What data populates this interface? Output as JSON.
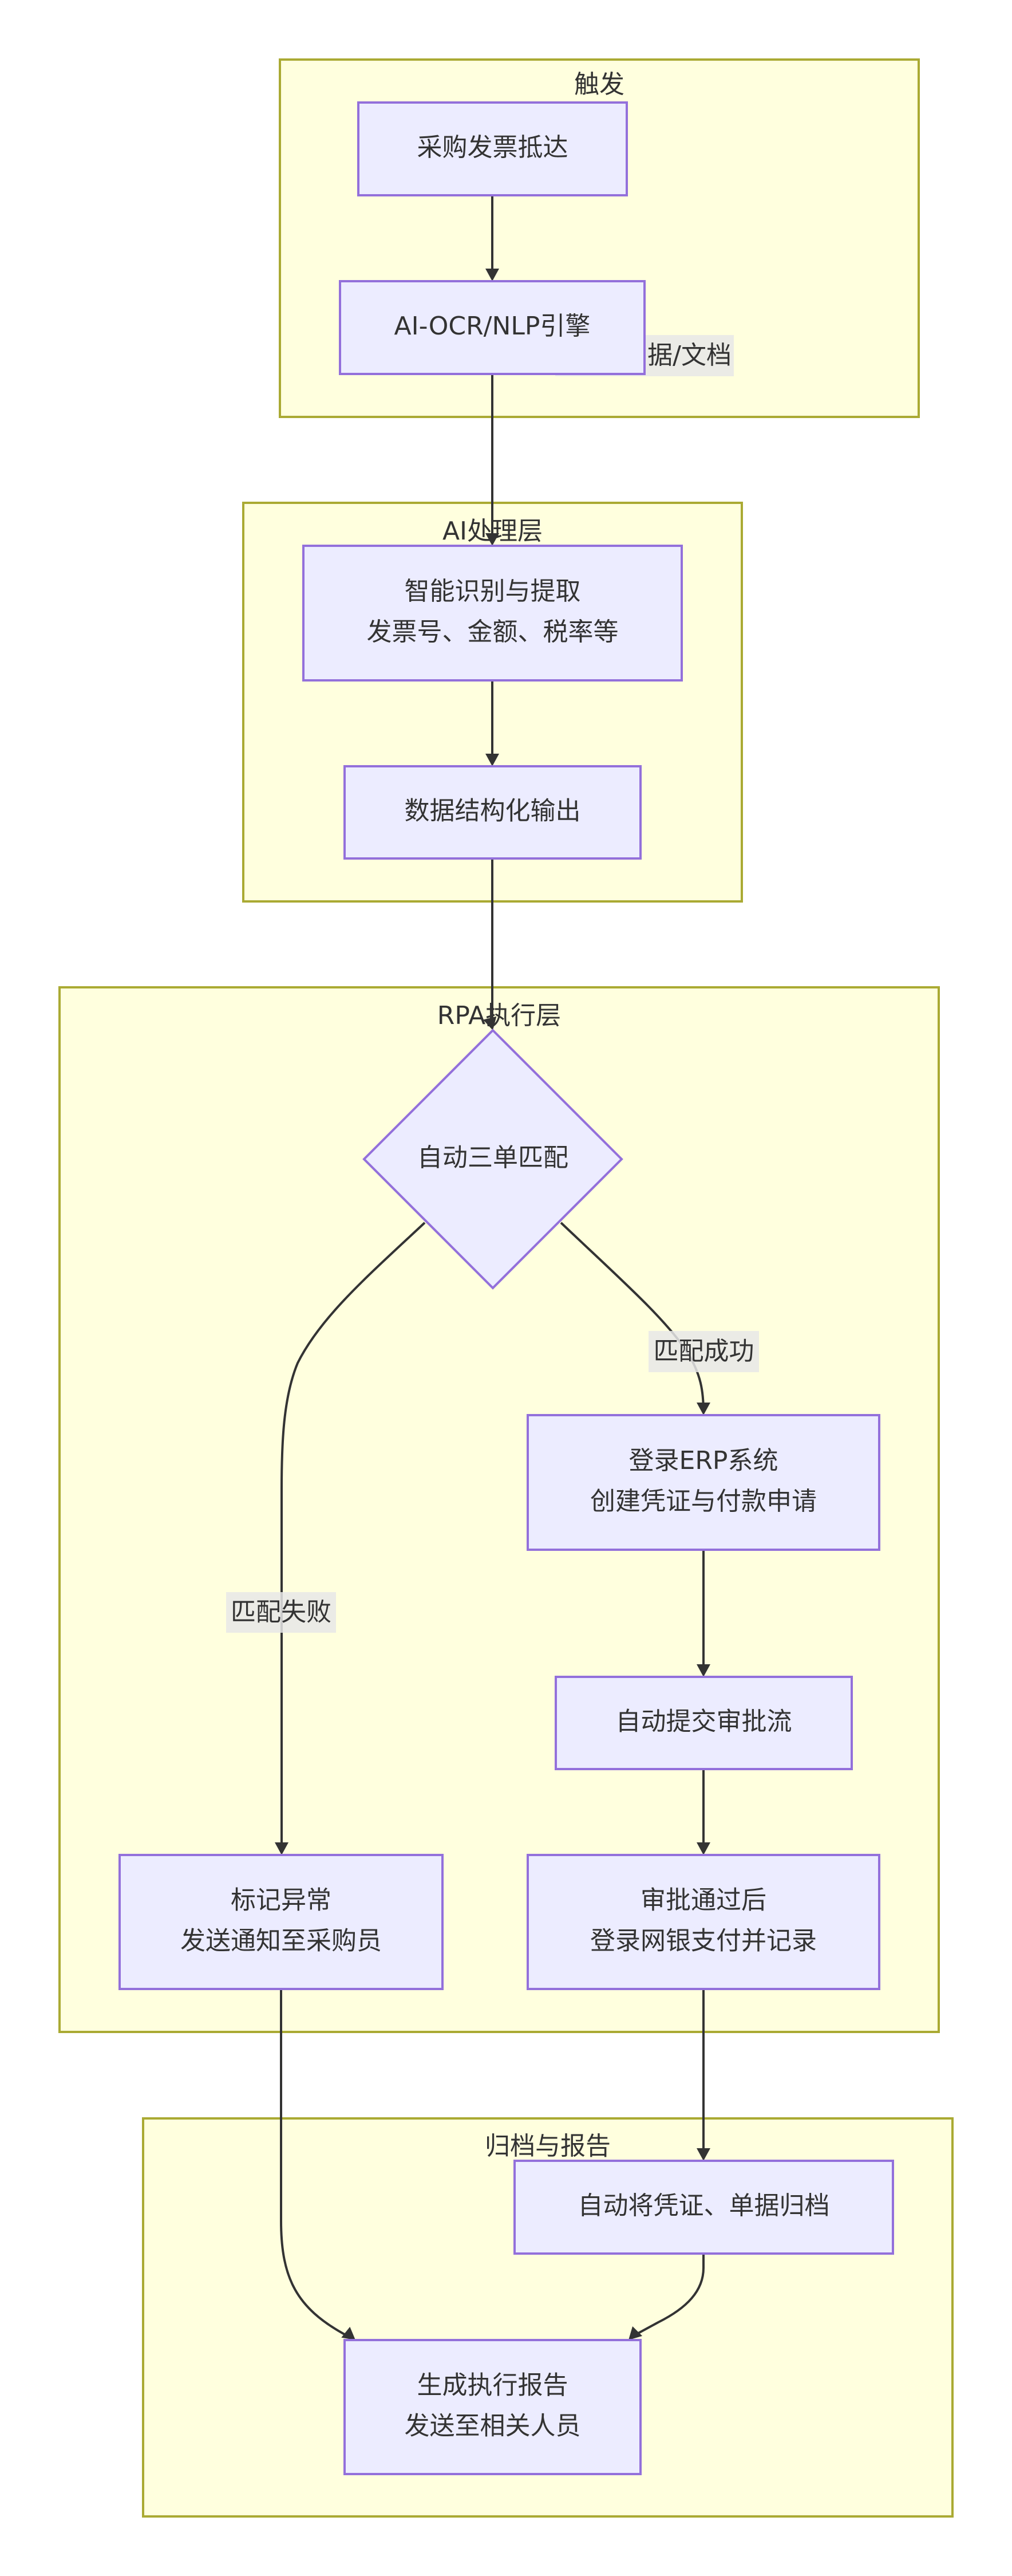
{
  "diagram": {
    "type": "flowchart",
    "direction": "top-down",
    "colors": {
      "background": "#ffffff",
      "cluster_fill": "#ffffde",
      "cluster_border": "#aaaa33",
      "node_fill": "#ececff",
      "node_border": "#9370db",
      "text": "#333333",
      "edge": "#333333",
      "edge_label_bg": "#e8e8e8"
    },
    "clusters": [
      {
        "id": "trigger",
        "title": "触发"
      },
      {
        "id": "ai",
        "title": "AI处理层"
      },
      {
        "id": "rpa",
        "title": "RPA执行层"
      },
      {
        "id": "archive",
        "title": "归档与报告"
      }
    ],
    "nodes": [
      {
        "id": "n1",
        "cluster": "trigger",
        "shape": "rect",
        "lines": [
          "采购发票抵达"
        ]
      },
      {
        "id": "n2",
        "cluster": "trigger",
        "shape": "rect",
        "lines": [
          "AI-OCR/NLP引擎"
        ]
      },
      {
        "id": "n3",
        "cluster": "ai",
        "shape": "rect",
        "lines": [
          "智能识别与提取",
          "发票号、金额、税率等"
        ]
      },
      {
        "id": "n4",
        "cluster": "ai",
        "shape": "rect",
        "lines": [
          "数据结构化输出"
        ]
      },
      {
        "id": "n5",
        "cluster": "rpa",
        "shape": "diamond",
        "lines": [
          "自动三单匹配"
        ]
      },
      {
        "id": "n6",
        "cluster": "rpa",
        "shape": "rect",
        "lines": [
          "登录ERP系统",
          "创建凭证与付款申请"
        ]
      },
      {
        "id": "n7",
        "cluster": "rpa",
        "shape": "rect",
        "lines": [
          "自动提交审批流"
        ]
      },
      {
        "id": "n8",
        "cluster": "rpa",
        "shape": "rect",
        "lines": [
          "审批通过后",
          "登录网银支付并记录"
        ]
      },
      {
        "id": "n9",
        "cluster": "rpa",
        "shape": "rect",
        "lines": [
          "标记异常",
          "发送通知至采购员"
        ]
      },
      {
        "id": "n10",
        "cluster": "archive",
        "shape": "rect",
        "lines": [
          "自动将凭证、单据归档"
        ]
      },
      {
        "id": "n11",
        "cluster": "archive",
        "shape": "rect",
        "lines": [
          "生成执行报告",
          "发送至相关人员"
        ]
      }
    ],
    "edges": [
      {
        "id": "e1",
        "from": "n1",
        "to": "n2",
        "label": ""
      },
      {
        "id": "e2",
        "from": "n2",
        "to": "n3",
        "label": "据/文档"
      },
      {
        "id": "e3",
        "from": "n3",
        "to": "n4",
        "label": ""
      },
      {
        "id": "e4",
        "from": "n4",
        "to": "n5",
        "label": ""
      },
      {
        "id": "e5",
        "from": "n5",
        "to": "n6",
        "label": "匹配成功"
      },
      {
        "id": "e6",
        "from": "n6",
        "to": "n7",
        "label": ""
      },
      {
        "id": "e7",
        "from": "n7",
        "to": "n8",
        "label": ""
      },
      {
        "id": "e8",
        "from": "n5",
        "to": "n9",
        "label": "匹配失败"
      },
      {
        "id": "e9",
        "from": "n8",
        "to": "n10",
        "label": ""
      },
      {
        "id": "e10",
        "from": "n10",
        "to": "n11",
        "label": ""
      },
      {
        "id": "e11",
        "from": "n9",
        "to": "n11",
        "label": ""
      }
    ]
  }
}
